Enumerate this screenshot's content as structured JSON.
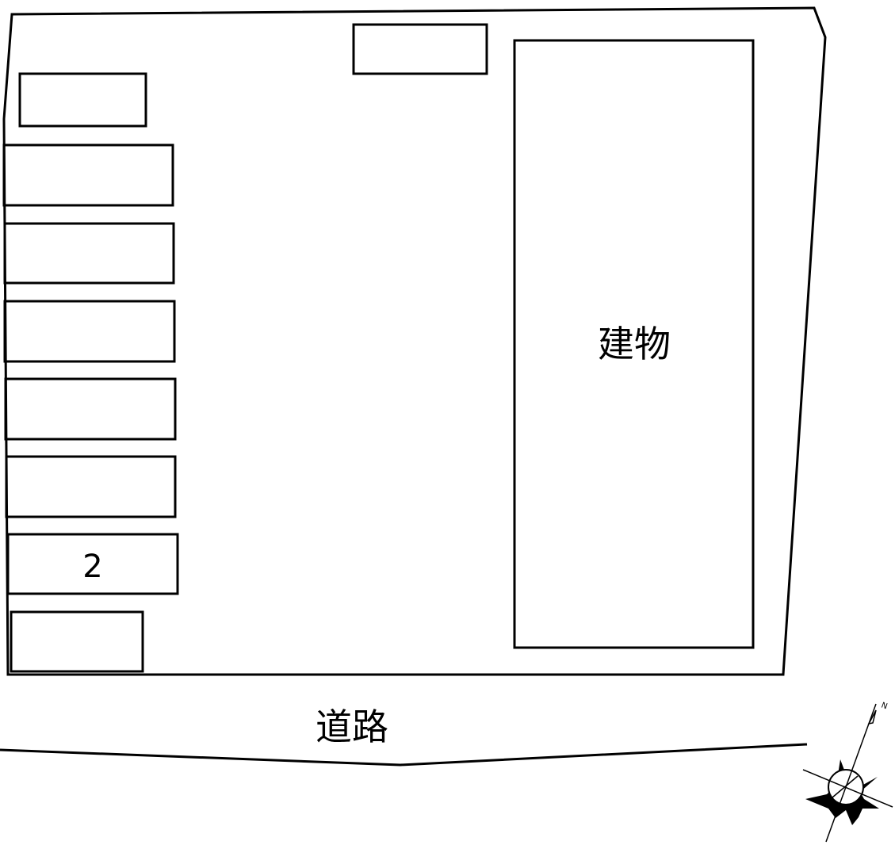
{
  "labels": {
    "building": "建物",
    "road": "道路",
    "spot_number": "2",
    "north_letter": "N"
  },
  "parking": {
    "spot_count": 9,
    "numbered_spot_number": "2"
  },
  "compass": {
    "icon": "compass-rose-icon",
    "north_direction": "north-northeast"
  },
  "colors": {
    "line": "#000000",
    "background": "#ffffff"
  }
}
